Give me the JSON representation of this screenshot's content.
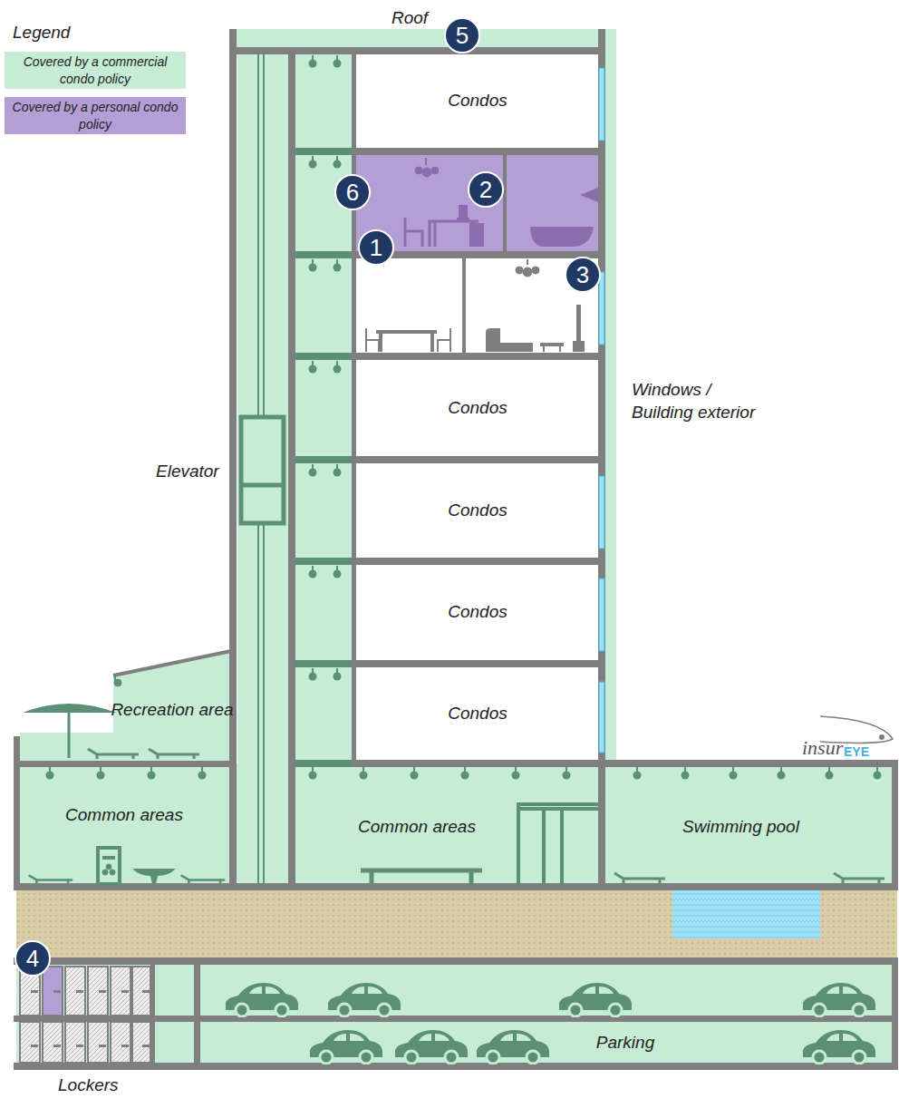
{
  "diagram": {
    "nodes": [
      {
        "text": [
          "Condos"
        ]
      },
      {
        "text": [
          "Condos"
        ]
      },
      {
        "text": [
          "Condos"
        ]
      },
      {
        "text": [
          "Condos"
        ]
      },
      {
        "text": [
          "Condos"
        ]
      },
      {
        "text": [
          "Recreation area"
        ]
      },
      {
        "text": [
          "Common areas"
        ]
      },
      {
        "text": [
          "Common areas"
        ]
      },
      {
        "text": [
          "Swimming pool"
        ]
      },
      {
        "text": [
          "Parking"
        ]
      }
    ],
    "labels": [
      "Legend",
      "Roof",
      "5",
      "6",
      "2",
      "1",
      "3",
      "Windows / Building exterior",
      "Elevator",
      "insur",
      "EYE",
      "4",
      "Lockers"
    ],
    "legend": [
      {
        "text": "Covered by a commercial condo policy",
        "color": "#c6ecd6"
      },
      {
        "text": "Covered by a personal condo policy",
        "color": "#b49ed6"
      }
    ]
  }
}
